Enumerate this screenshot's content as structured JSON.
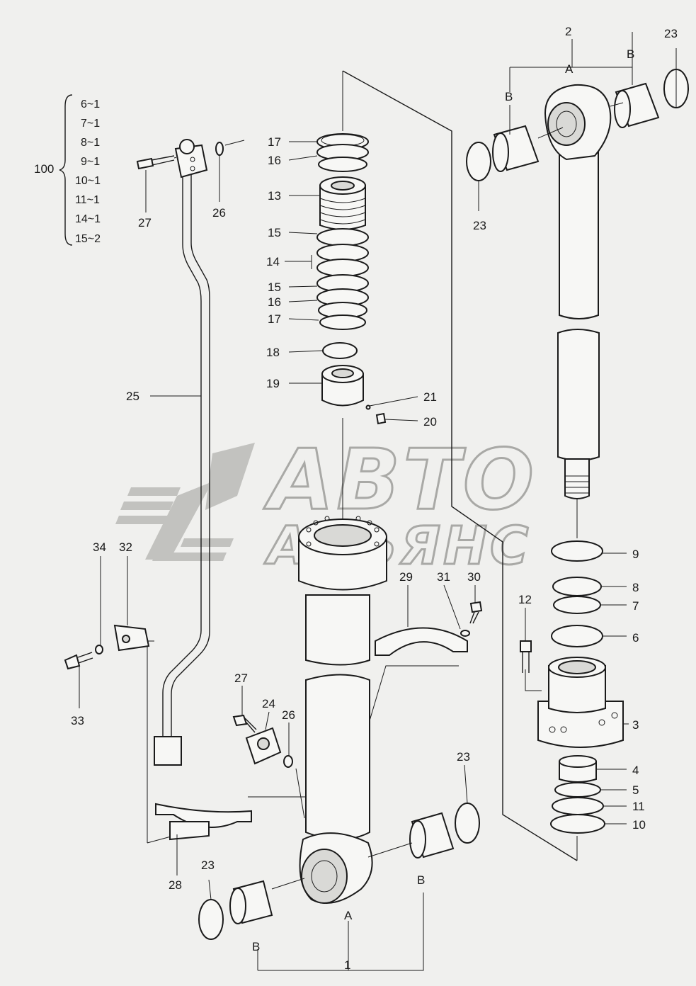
{
  "watermark": {
    "line1": "АВТО",
    "line2": "АЛЬЯНС"
  },
  "kit": {
    "number": "100",
    "items": [
      "6~1",
      "7~1",
      "8~1",
      "9~1",
      "10~1",
      "11~1",
      "14~1",
      "15~2"
    ]
  },
  "letters": {
    "a": "A",
    "b": "B"
  },
  "labels": {
    "p1": "1",
    "p2": "2",
    "p3": "3",
    "p4": "4",
    "p5": "5",
    "p6": "6",
    "p7": "7",
    "p8": "8",
    "p9": "9",
    "p10": "10",
    "p11": "11",
    "p12": "12",
    "p13": "13",
    "p14": "14",
    "p15": "15",
    "p16": "16",
    "p17": "17",
    "p18": "18",
    "p19": "19",
    "p20": "20",
    "p21": "21",
    "p23": "23",
    "p24": "24",
    "p25": "25",
    "p26": "26",
    "p27": "27",
    "p28": "28",
    "p29": "29",
    "p30": "30",
    "p31": "31",
    "p32": "32",
    "p33": "33",
    "p34": "34"
  },
  "colors": {
    "ink": "#1a1a1a",
    "background": "#f0f0ee",
    "watermark": "#a9a9a6"
  }
}
